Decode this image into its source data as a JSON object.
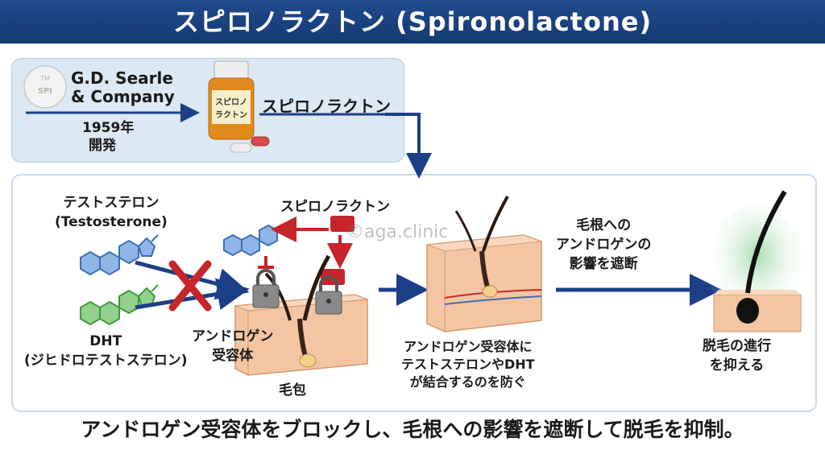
{
  "header": {
    "title": "スピロノラクトン (Spironolactone)"
  },
  "history": {
    "tablet_text": "SPI",
    "company_line1": "G.D. Searle",
    "company_line2": "& Company",
    "year_line1": "1959年",
    "year_line2": "開発",
    "bottle_label_line1": "スピロノ",
    "bottle_label_line2": "ラクトン",
    "drug_name": "スピロノラクトン"
  },
  "mechanism": {
    "testosterone_line1": "テストステロン",
    "testosterone_line2": "(Testosterone)",
    "dht_line1": "DHT",
    "dht_line2": "(ジヒドロテストステロン)",
    "spironolactone_label": "スピロノラクトン",
    "receptor_line1": "アンドロゲン",
    "receptor_line2": "受容体",
    "follicle_label": "毛包",
    "block_line1": "アンドロゲン受容体に",
    "block_line2": "テストステロンやDHT",
    "block_line3": "が結合するのを防ぐ",
    "root_line1": "毛根への",
    "root_line2": "アンドロゲンの",
    "root_line3": "影響を遮断",
    "result_line1": "脱毛の進行",
    "result_line2": "を抑える"
  },
  "watermark": "©aga.clinic",
  "footer": {
    "text": "アンドロゲン受容体をブロックし、毛根への影響を遮断して脱毛を抑制。"
  },
  "colors": {
    "navy": "#1f4a8c",
    "arrow": "#1c3f88",
    "red": "#c8242b",
    "molecule_blue": "#3d6fb3",
    "molecule_green": "#3f9a3f",
    "skin": "#f4c5a3"
  }
}
